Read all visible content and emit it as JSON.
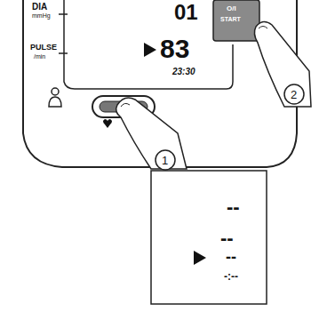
{
  "diagram": {
    "labels": [
      "DIA",
      "mmHg",
      "PULSE",
      "/min",
      "01",
      "83",
      "23:30",
      "O/I",
      "START",
      "1",
      "2",
      "--",
      "--",
      "--",
      "-:--"
    ]
  }
}
